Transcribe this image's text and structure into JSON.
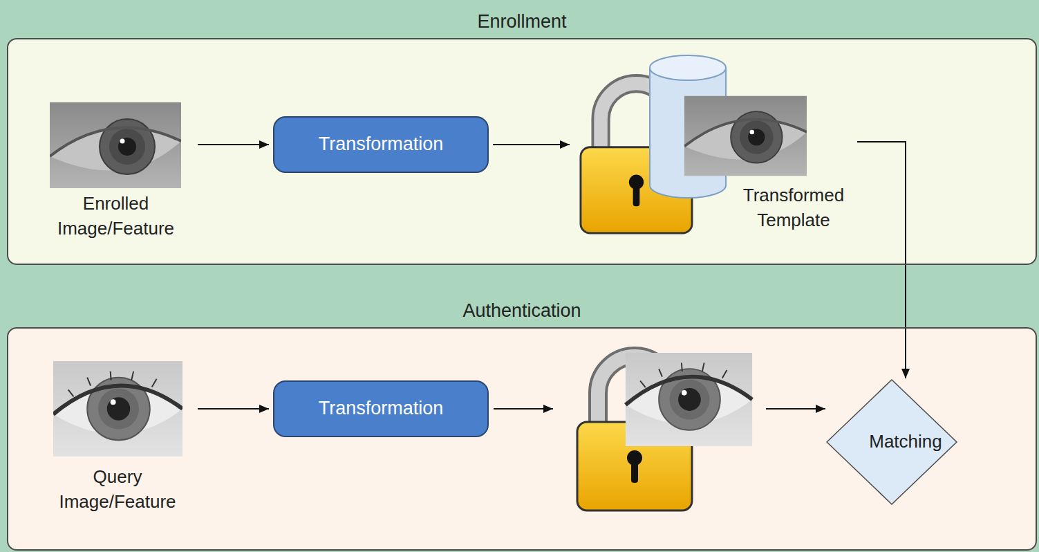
{
  "diagram": {
    "nodes": [
      {
        "text": [
          "Enrollment"
        ]
      },
      {
        "text": [
          "Enrolled Image/Feature"
        ],
        "in": 0
      },
      {
        "text": [
          "Transformation"
        ],
        "in": 0
      },
      {
        "text": [
          "Transformed Template"
        ],
        "in": 0
      },
      {
        "text": [
          "Authentication"
        ]
      },
      {
        "text": [
          "Query Image/Feature"
        ],
        "in": 4
      },
      {
        "text": [
          "Transformation"
        ],
        "in": 4
      },
      {
        "text": [
          "Matching"
        ],
        "in": 4
      }
    ],
    "edges": [
      {
        "from": 1,
        "to": 2,
        "arrow": "to"
      },
      {
        "from": 2,
        "to": 3,
        "arrow": "to"
      },
      {
        "from": 5,
        "to": 6,
        "arrow": "to"
      },
      {
        "from": 3,
        "to": 7,
        "arrow": "to"
      }
    ]
  }
}
